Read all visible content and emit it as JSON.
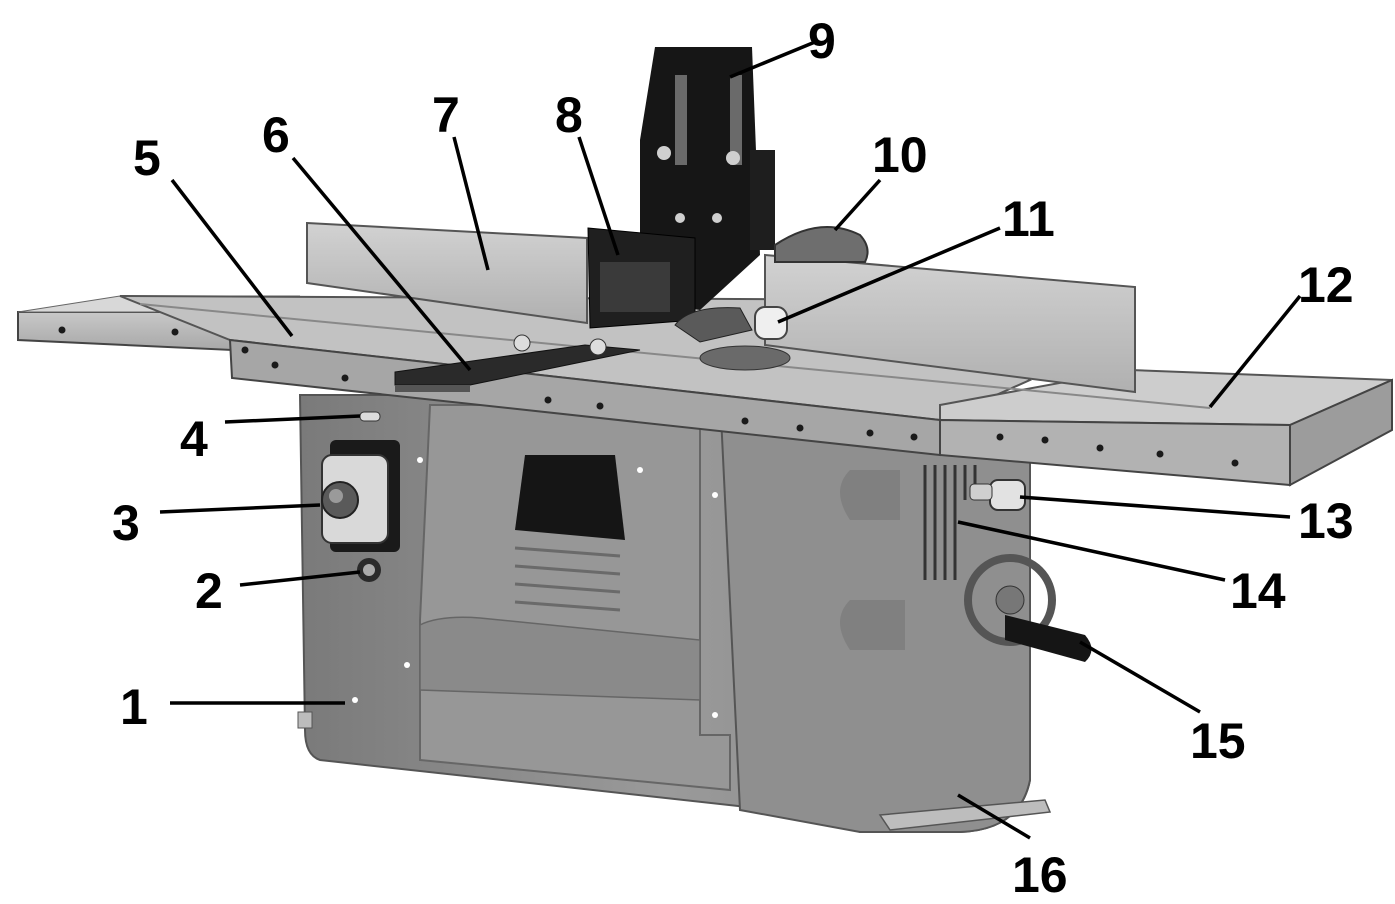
{
  "figure": {
    "colors": {
      "background": "#ffffff",
      "body": "#8d8d8d",
      "table": "#b4b4b4",
      "dark": "#1b1b1b",
      "label": "#000000"
    },
    "callouts": [
      {
        "id": "1",
        "text": "1"
      },
      {
        "id": "2",
        "text": "2"
      },
      {
        "id": "3",
        "text": "3"
      },
      {
        "id": "4",
        "text": "4"
      },
      {
        "id": "5",
        "text": "5"
      },
      {
        "id": "6",
        "text": "6"
      },
      {
        "id": "7",
        "text": "7"
      },
      {
        "id": "8",
        "text": "8"
      },
      {
        "id": "9",
        "text": "9"
      },
      {
        "id": "10",
        "text": "10"
      },
      {
        "id": "11",
        "text": "11"
      },
      {
        "id": "12",
        "text": "12"
      },
      {
        "id": "13",
        "text": "13"
      },
      {
        "id": "14",
        "text": "14"
      },
      {
        "id": "15",
        "text": "15"
      },
      {
        "id": "16",
        "text": "16"
      }
    ]
  }
}
